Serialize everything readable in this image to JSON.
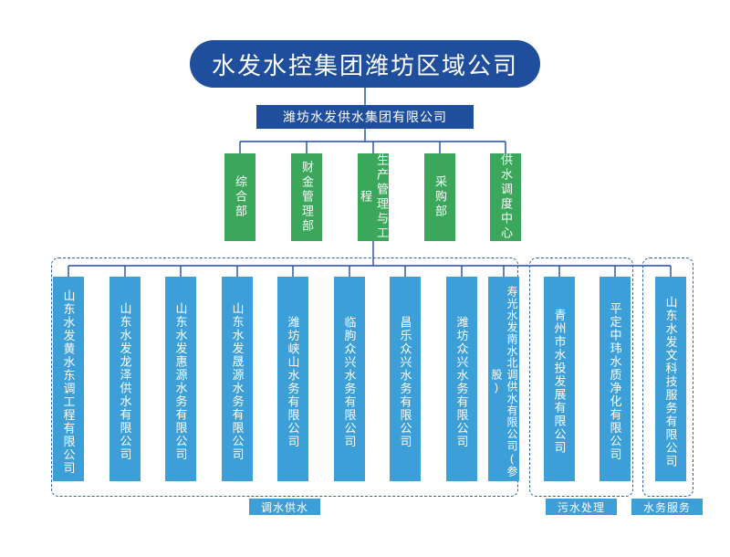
{
  "chart_title": "水发水控集团潍坊区域公司",
  "root": {
    "label": "水发水控集团潍坊区域公司"
  },
  "second_level": {
    "label": "潍坊水发供水集团有限公司"
  },
  "departments": [
    {
      "label": "综合部"
    },
    {
      "label": "财金管理部"
    },
    {
      "label": "生产管理与工程"
    },
    {
      "label": "采购部"
    },
    {
      "label": "供水调度中心"
    }
  ],
  "groups": [
    {
      "name": "调水供水",
      "label": "调水供水",
      "companies": [
        {
          "label": "山东水发黄水东调工程有限公司"
        },
        {
          "label": "山东水发龙泽供水有限公司"
        },
        {
          "label": "山东水发惠源水务有限公司"
        },
        {
          "label": "山东水发晟源水务有限公司"
        },
        {
          "label": "潍坊峡山水务有限公司"
        },
        {
          "label": "临朐众兴水务有限公司"
        },
        {
          "label": "昌乐众兴水务有限公司"
        },
        {
          "label": "潍坊众兴水务有限公司"
        },
        {
          "label": "寿光水发南水北调供水有限公司(参股)"
        }
      ]
    },
    {
      "name": "污水处理",
      "label": "污水处理",
      "companies": [
        {
          "label": "青州市水投发展有限公司"
        },
        {
          "label": "平定中玮水质净化有限公司"
        }
      ]
    },
    {
      "name": "水务服务",
      "label": "水务服务",
      "companies": [
        {
          "label": "山东水发文科技服务有限公司"
        }
      ]
    }
  ],
  "colors": {
    "root": "#1f4e9c",
    "department": "#3aa75a",
    "company": "#3c9fd8",
    "connector": "#1f4e9c",
    "group_border": "#2f5fa8"
  }
}
